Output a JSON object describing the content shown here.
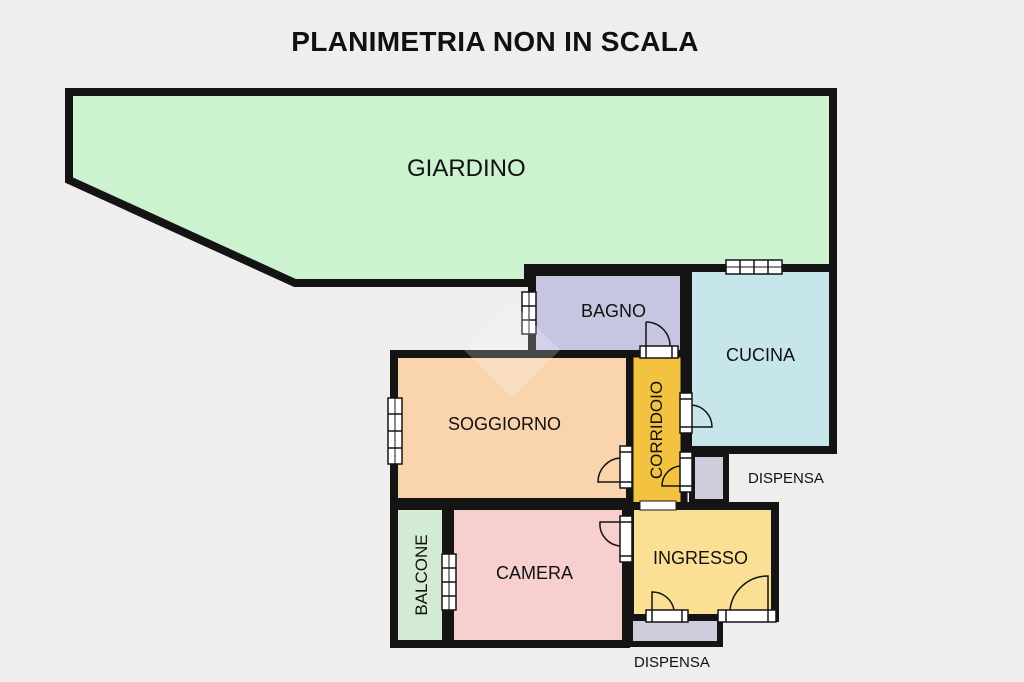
{
  "title": "PLANIMETRIA NON IN SCALA",
  "rooms": {
    "giardino": "GIARDINO",
    "bagno": "BAGNO",
    "cucina": "CUCINA",
    "soggiorno": "SOGGIORNO",
    "corridoio": "CORRIDOIO",
    "dispensa_top": "DISPENSA",
    "balcone": "BALCONE",
    "camera": "CAMERA",
    "ingresso": "INGRESSO",
    "dispensa_bottom": "DISPENSA"
  },
  "colors": {
    "giardino": "#cdf2cf",
    "bagno": "#c6c6e3",
    "cucina": "#c6e6ec",
    "soggiorno": "#f9d4ad",
    "corridoio": "#f2c240",
    "dispensa": "#cdcdde",
    "balcone": "#d3ebd3",
    "camera": "#f7cfcf",
    "ingresso": "#fadf95",
    "wall": "#141414",
    "background": "#efeeec"
  }
}
